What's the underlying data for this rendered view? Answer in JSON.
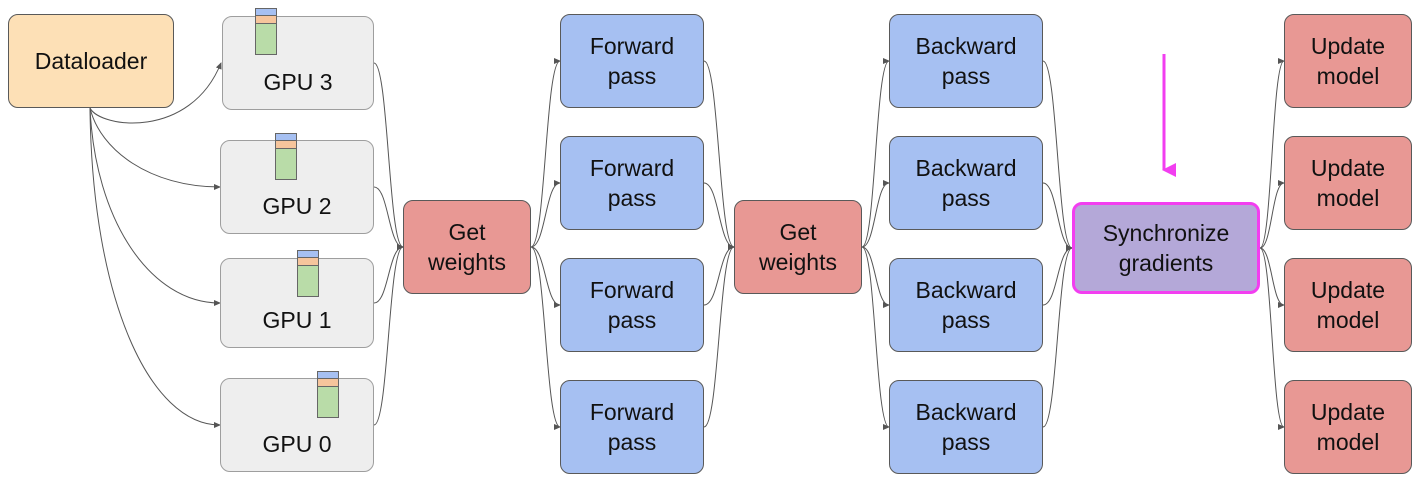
{
  "nodes": {
    "dataloader": "Dataloader",
    "gpus": [
      "GPU 3",
      "GPU 2",
      "GPU 1",
      "GPU 0"
    ],
    "get_weights_1": [
      "Get",
      "weights"
    ],
    "forward": [
      [
        "Forward",
        "pass"
      ],
      [
        "Forward",
        "pass"
      ],
      [
        "Forward",
        "pass"
      ],
      [
        "Forward",
        "pass"
      ]
    ],
    "get_weights_2": [
      "Get",
      "weights"
    ],
    "backward": [
      [
        "Backward",
        "pass"
      ],
      [
        "Backward",
        "pass"
      ],
      [
        "Backward",
        "pass"
      ],
      [
        "Backward",
        "pass"
      ]
    ],
    "sync": [
      "Synchronize",
      "gradients"
    ],
    "update": [
      [
        "Update",
        "model"
      ],
      [
        "Update",
        "model"
      ],
      [
        "Update",
        "model"
      ],
      [
        "Update",
        "model"
      ]
    ]
  },
  "colors": {
    "dataloader": "#fde0b6",
    "gpu": "#eeeeee",
    "get_weights": "#e89894",
    "pass": "#a6c0f2",
    "sync": "#b4a8d8",
    "sync_border": "#f23ef0",
    "highlight_arrow": "#f23ef0",
    "edge": "#555555"
  }
}
